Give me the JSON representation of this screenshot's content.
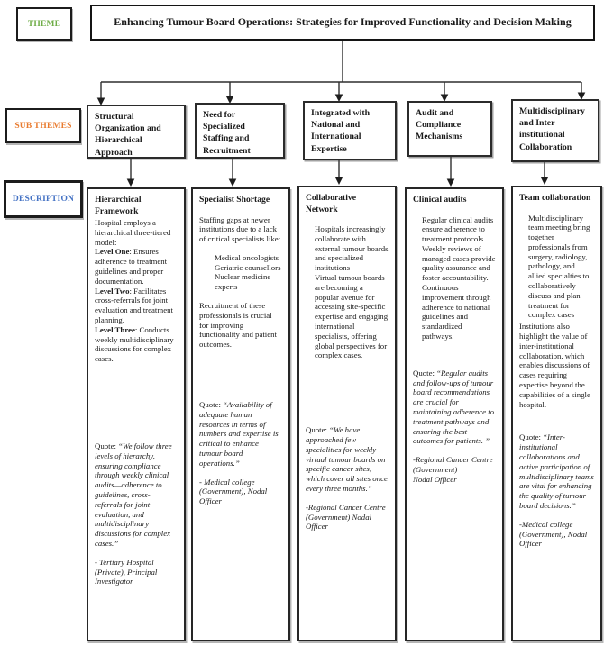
{
  "header": {
    "theme_label": "THEME",
    "title": "Enhancing Tumour Board Operations: Strategies for Improved Functionality and Decision Making"
  },
  "labels": {
    "subthemes": "SUB THEMES",
    "description": "DESCRIPTION"
  },
  "colors": {
    "theme_label": "#6fad47",
    "subthemes_label": "#e97b2f",
    "description_label": "#4472c4",
    "line": "#2f2f2f",
    "border": "#1c1c1c"
  },
  "columns": [
    {
      "subtheme": "Structural Organization and Hierarchical Approach",
      "description": {
        "title": "Hierarchical Framework",
        "blocks": [
          {
            "kind": "body",
            "mt": 1,
            "runs": [
              {
                "t": "Hospital employs a hierarchical three-tiered model:\n"
              },
              {
                "t": "Level One",
                "b": true
              },
              {
                "t": ": Ensures adherence to treatment guidelines and proper documentation.\n"
              },
              {
                "t": "Level Two",
                "b": true
              },
              {
                "t": ": Facilitates cross-referrals for joint evaluation and treatment planning.\n"
              },
              {
                "t": "Level Three",
                "b": true
              },
              {
                "t": ": Conducts weekly multidisciplinary discussions for complex cases."
              }
            ]
          },
          {
            "kind": "gap",
            "h": 76
          },
          {
            "kind": "quote",
            "runs": [
              {
                "t": "Quote: "
              },
              {
                "t": "“We follow three levels of hierarchy, ensuring compliance through weekly clinical audits—adherence to guidelines, cross-referrals for joint evaluation, and multidisciplinary discussions for complex cases.”",
                "i": true
              }
            ]
          },
          {
            "kind": "attrib",
            "runs": [
              {
                "t": "- Tertiary Hospital (Private), Principal Investigator",
                "i": true
              }
            ]
          }
        ]
      }
    },
    {
      "subtheme": "Need for Specialized Staffing and Recruitment",
      "description": {
        "title": "Specialist Shortage",
        "blocks": [
          {
            "kind": "body",
            "runs": [
              {
                "t": "Staffing gaps at newer institutions due to a lack of critical specialists like:"
              }
            ]
          },
          {
            "kind": "body",
            "indent": 2,
            "runs": [
              {
                "t": "Medical oncologists\nGeriatric counsellors\nNuclear medicine experts"
              }
            ]
          },
          {
            "kind": "body",
            "runs": [
              {
                "t": "Recruitment of these professionals is crucial for improving functionality and patient outcomes."
              }
            ]
          },
          {
            "kind": "gap",
            "h": 46
          },
          {
            "kind": "quote",
            "runs": [
              {
                "t": "Quote: "
              },
              {
                "t": "“Availability of adequate human resources in terms of numbers and expertise is critical to enhance tumour board operations.”",
                "i": true
              }
            ]
          },
          {
            "kind": "attrib",
            "runs": [
              {
                "t": "- Medical college (Government), Nodal Officer",
                "i": true
              }
            ]
          }
        ]
      }
    },
    {
      "subtheme": "Integrated with National and International Expertise",
      "description": {
        "title": "Collaborative Network",
        "blocks": [
          {
            "kind": "body",
            "indent": 1,
            "runs": [
              {
                "t": "Hospitals increasingly collaborate with external tumour boards and specialized institutions\nVirtual tumour boards are becoming a popular avenue for accessing site-specific expertise and engaging international specialists, offering global perspectives for complex cases."
              }
            ]
          },
          {
            "kind": "gap",
            "h": 62
          },
          {
            "kind": "quote",
            "runs": [
              {
                "t": "Quote: "
              },
              {
                "t": "“We have approached few specialities for weekly virtual tumour boards on specific cancer sites, which cover all sites once every three months.”",
                "i": true
              }
            ]
          },
          {
            "kind": "attrib",
            "runs": [
              {
                "t": "-Regional Cancer Centre (Government) Nodal Officer",
                "i": true
              }
            ]
          }
        ]
      }
    },
    {
      "subtheme": "Audit and Compliance Mechanisms",
      "description": {
        "title": "Clinical audits",
        "blocks": [
          {
            "kind": "body",
            "indent": 1,
            "runs": [
              {
                "t": "Regular clinical audits ensure adherence to treatment protocols.\nWeekly reviews of managed cases provide quality assurance and foster accountability.\nContinuous improvement through adherence to national guidelines and standardized pathways."
              }
            ]
          },
          {
            "kind": "gap",
            "h": 20
          },
          {
            "kind": "quote",
            "runs": [
              {
                "t": "Quote: "
              },
              {
                "t": "“Regular audits and follow-ups of tumour board recommendations are crucial for maintaining adherence to treatment pathways and ensuring the best outcomes for patients. ”",
                "i": true
              }
            ]
          },
          {
            "kind": "attrib",
            "runs": [
              {
                "t": "-Regional Cancer Centre\n(Government)\nNodal Officer",
                "i": true
              }
            ]
          }
        ]
      }
    },
    {
      "subtheme": "Multidisciplinary and Inter institutional Collaboration",
      "description": {
        "title": "Team collaboration",
        "blocks": [
          {
            "kind": "body",
            "indent": 1,
            "runs": [
              {
                "t": "Multidisciplinary team meeting bring together professionals from surgery, radiology, pathology, and allied specialties to collaboratively discuss and plan treatment for complex cases"
              }
            ]
          },
          {
            "kind": "body",
            "mt": 2,
            "runs": [
              {
                "t": "Institutions also highlight the value of inter-institutional collaboration, which enables discussions of cases requiring expertise beyond the capabilities of a single hospital."
              }
            ]
          },
          {
            "kind": "gap",
            "h": 16
          },
          {
            "kind": "quote",
            "runs": [
              {
                "t": "Quote: "
              },
              {
                "t": "“Inter-institutional collaborations and active participation of multidisciplinary teams are vital for enhancing the quality of tumour board decisions.”",
                "i": true
              }
            ]
          },
          {
            "kind": "attrib",
            "runs": [
              {
                "t": "-Medical college (Government), Nodal Officer",
                "i": true
              }
            ]
          }
        ]
      }
    }
  ]
}
